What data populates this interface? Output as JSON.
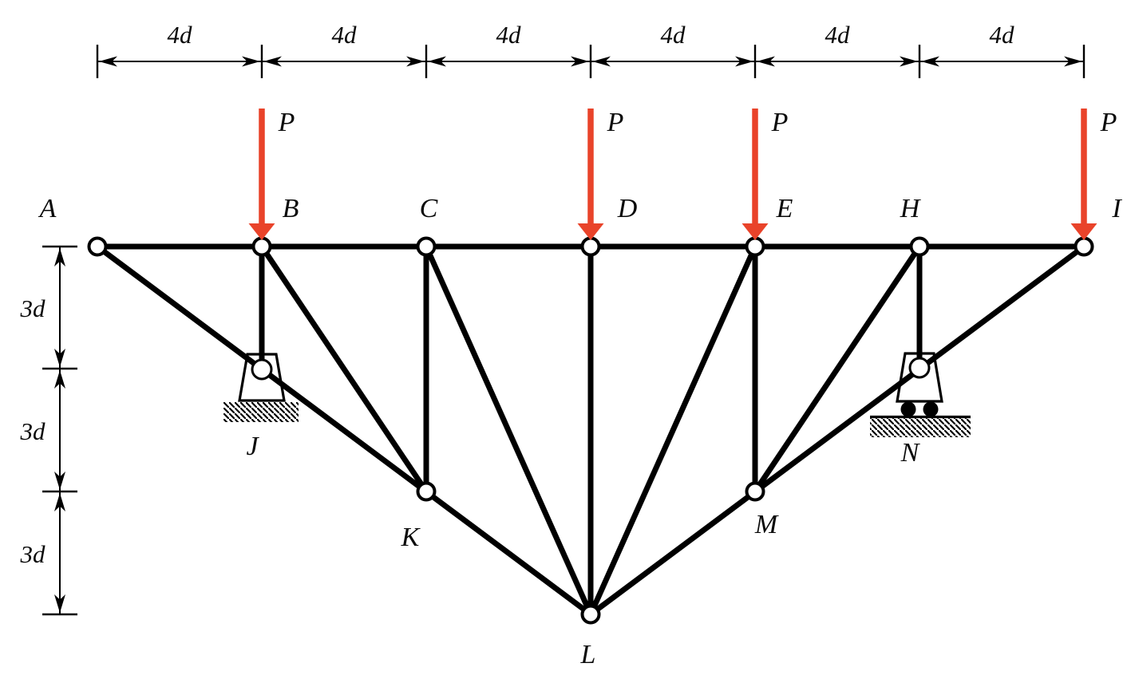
{
  "figure": {
    "kind": "plane truss statics diagram",
    "background": "#ffffff"
  },
  "colors": {
    "member": "#000000",
    "load_arrow": "#e9432a",
    "joint_fill": "#ffffff",
    "text": "#0a0a0a"
  },
  "dimensions": {
    "top": {
      "segments": [
        "4d",
        "4d",
        "4d",
        "4d",
        "4d",
        "4d"
      ]
    },
    "left": {
      "segments": [
        "3d",
        "3d",
        "3d"
      ]
    }
  },
  "loads": {
    "label": "P",
    "applied_at_joints": [
      "B",
      "D",
      "E",
      "I"
    ]
  },
  "supports": {
    "pinned": "J",
    "roller": "N"
  },
  "joint_labels": {
    "A": "A",
    "B": "B",
    "C": "C",
    "D": "D",
    "E": "E",
    "H": "H",
    "I": "I",
    "J": "J",
    "K": "K",
    "L": "L",
    "M": "M",
    "N": "N"
  },
  "geometry_units_d": {
    "joints": {
      "A": [
        0,
        0
      ],
      "B": [
        4,
        0
      ],
      "C": [
        8,
        0
      ],
      "D": [
        12,
        0
      ],
      "E": [
        16,
        0
      ],
      "H": [
        20,
        0
      ],
      "I": [
        24,
        0
      ],
      "J": [
        4,
        -3
      ],
      "K": [
        8,
        -6
      ],
      "L": [
        12,
        -9
      ],
      "M": [
        16,
        -6
      ],
      "N": [
        20,
        -3
      ]
    },
    "members": [
      [
        "A",
        "B"
      ],
      [
        "B",
        "C"
      ],
      [
        "C",
        "D"
      ],
      [
        "D",
        "E"
      ],
      [
        "E",
        "H"
      ],
      [
        "H",
        "I"
      ],
      [
        "A",
        "J"
      ],
      [
        "J",
        "K"
      ],
      [
        "K",
        "L"
      ],
      [
        "I",
        "N"
      ],
      [
        "N",
        "M"
      ],
      [
        "M",
        "L"
      ],
      [
        "B",
        "J"
      ],
      [
        "C",
        "K"
      ],
      [
        "D",
        "L"
      ],
      [
        "E",
        "M"
      ],
      [
        "H",
        "N"
      ],
      [
        "B",
        "K"
      ],
      [
        "C",
        "L"
      ],
      [
        "E",
        "L"
      ],
      [
        "H",
        "M"
      ]
    ]
  }
}
